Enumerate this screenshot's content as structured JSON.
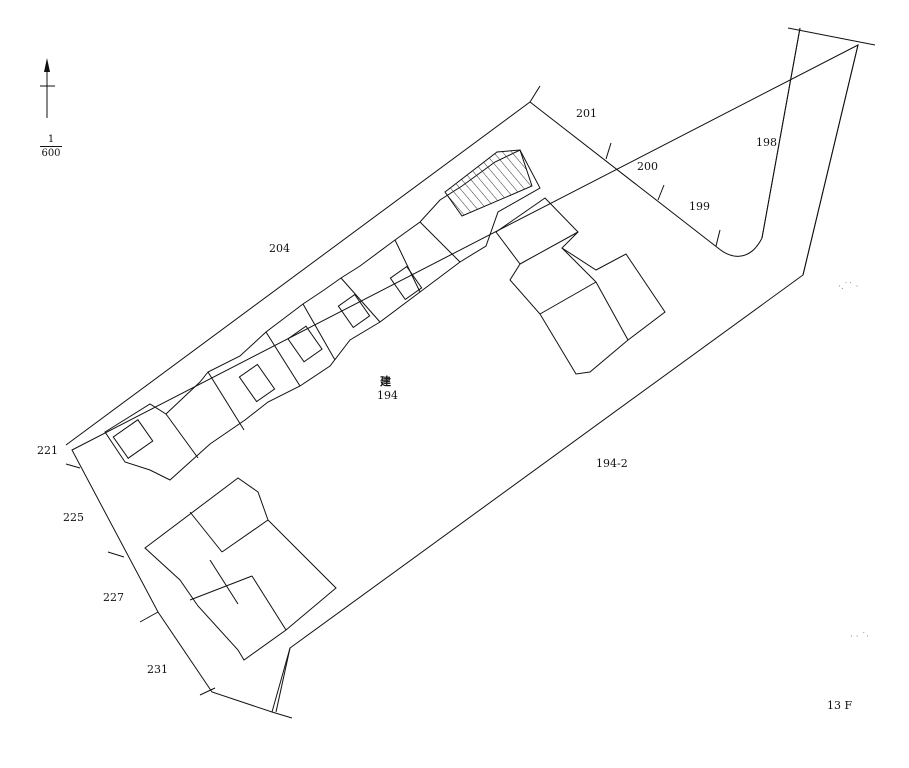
{
  "north_arrow": {
    "icon": "north-arrow-icon"
  },
  "scale": {
    "numerator": "1",
    "denominator": "600"
  },
  "central_lot": {
    "mark": "建",
    "number": "194"
  },
  "parcels": [
    {
      "key": "201",
      "label": "201"
    },
    {
      "key": "200",
      "label": "200"
    },
    {
      "key": "199",
      "label": "199"
    },
    {
      "key": "198",
      "label": "198"
    },
    {
      "key": "204",
      "label": "204"
    },
    {
      "key": "194-2",
      "label": "194-2"
    },
    {
      "key": "221",
      "label": "221"
    },
    {
      "key": "225",
      "label": "225"
    },
    {
      "key": "227",
      "label": "227"
    },
    {
      "key": "231",
      "label": "231"
    }
  ],
  "sheet_code": "13 F",
  "colors": {
    "line": "#111111",
    "hatch": "#333333",
    "background": "#ffffff"
  }
}
